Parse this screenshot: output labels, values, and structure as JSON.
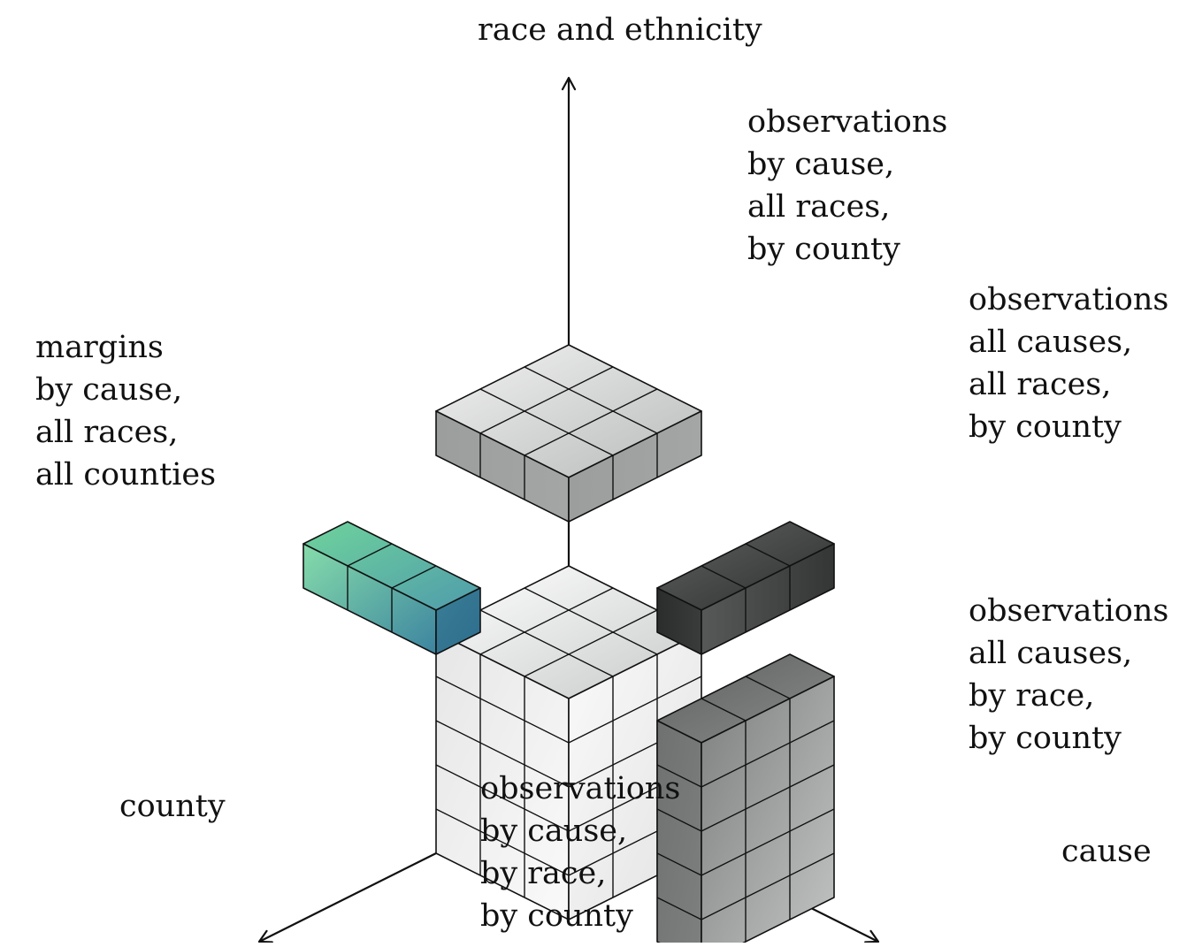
{
  "axes": {
    "race": "race and ethnicity",
    "county": "county",
    "cause": "cause"
  },
  "labels": {
    "top": [
      "observations",
      "by cause,",
      "all races,",
      "by county"
    ],
    "right_upper": [
      "observations",
      "all causes,",
      "all races,",
      "by county"
    ],
    "right_lower": [
      "observations",
      "all causes,",
      "by race,",
      "by county"
    ],
    "left": [
      "margins",
      "by cause,",
      "all races,",
      "all counties"
    ],
    "bottom": [
      "observations",
      "by cause,",
      "by race,",
      "by county"
    ]
  },
  "colors": {
    "line": "#111111",
    "main_cube": "#f2f2f2",
    "top_slab": "#c9cbcb",
    "right_bar": "#3c3e3e",
    "right_wall": "#8a8d8d",
    "margin_bar_start": "#7ed6a6",
    "margin_bar_end": "#2e7090"
  }
}
